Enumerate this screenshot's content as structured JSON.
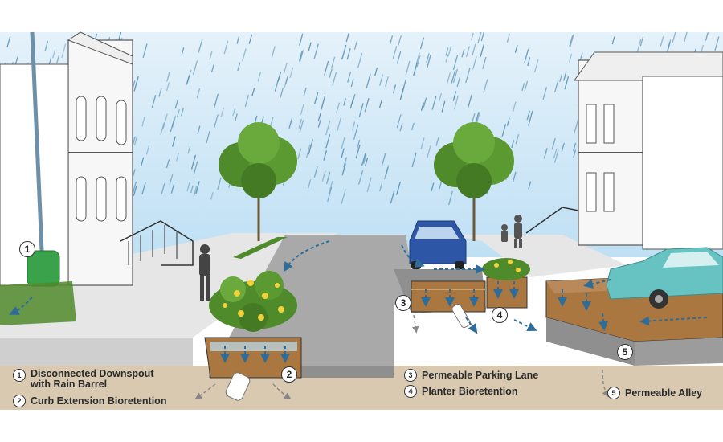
{
  "legend": [
    {
      "number": "1",
      "label": "Disconnected Downspout\nwith Rain Barrel"
    },
    {
      "number": "2",
      "label": "Curb Extension Bioretention"
    },
    {
      "number": "3",
      "label": "Permeable Parking Lane"
    },
    {
      "number": "4",
      "label": "Planter Bioretention"
    },
    {
      "number": "5",
      "label": "Permeable Alley"
    }
  ],
  "colors": {
    "sky": "#cfe7f6",
    "rain": "#5b8fb0",
    "soil": "#d8c9b0",
    "sidewalk": "#e3e3e3",
    "road": "#a9a9a9",
    "bioretention_soil": "#a9773f",
    "water_arrow": "#2f6d98",
    "foliage": "#4f8a2b",
    "car_blue": "#2d56a6",
    "car_teal": "#67c2c2",
    "rain_barrel": "#3aa24a"
  }
}
